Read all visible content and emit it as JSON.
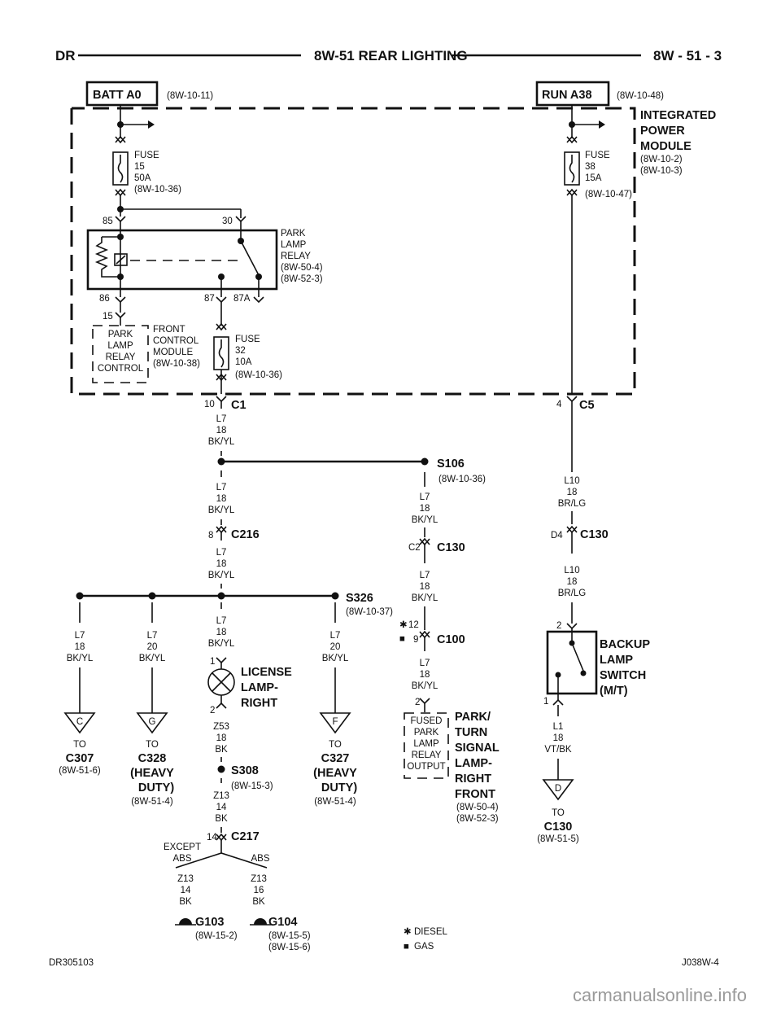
{
  "header": {
    "left": "DR",
    "title": "8W-51 REAR LIGHTING",
    "right": "8W - 51 - 3"
  },
  "sources": {
    "batt": {
      "label": "BATT A0",
      "ref": "(8W-10-11)"
    },
    "run": {
      "label": "RUN A38",
      "ref": "(8W-10-48)"
    }
  },
  "ipm": {
    "lines": [
      "INTEGRATED",
      "POWER",
      "MODULE"
    ],
    "refs": [
      "(8W-10-2)",
      "(8W-10-3)"
    ]
  },
  "fuse15": [
    "FUSE",
    "15",
    "50A",
    "(8W-10-36)"
  ],
  "fuse38": [
    "FUSE",
    "38",
    "15A",
    "(8W-10-47)"
  ],
  "fuse32": [
    "FUSE",
    "32",
    "10A",
    "(8W-10-36)"
  ],
  "relay": {
    "pins": {
      "p85": "85",
      "p30": "30",
      "p86": "86",
      "p87": "87",
      "p87a": "87A"
    },
    "label": [
      "PARK",
      "LAMP",
      "RELAY",
      "(8W-50-4)",
      "(8W-52-3)"
    ]
  },
  "fcm": {
    "pin": "15",
    "box": [
      "PARK",
      "LAMP",
      "RELAY",
      "CONTROL"
    ],
    "label": [
      "FRONT",
      "CONTROL",
      "MODULE",
      "(8W-10-38)"
    ]
  },
  "connectors": {
    "c1": {
      "name": "C1",
      "pin": "10"
    },
    "c5": {
      "name": "C5",
      "pin": "4"
    },
    "c216": {
      "name": "C216",
      "pin": "8"
    },
    "c130a": {
      "name": "C130",
      "pin": "C2"
    },
    "c130b": {
      "name": "C130",
      "pin": "D4"
    },
    "c100": {
      "name": "C100",
      "pin": "9",
      "pin_alt": "12"
    },
    "c217": {
      "name": "C217",
      "pin": "14"
    }
  },
  "splices": {
    "s106": {
      "name": "S106",
      "ref": "(8W-10-36)"
    },
    "s326": {
      "name": "S326",
      "ref": "(8W-10-37)"
    },
    "s308": {
      "name": "S308",
      "ref": "(8W-15-3)"
    }
  },
  "wires": {
    "w1": [
      "L7",
      "18",
      "BK/YL"
    ],
    "w2": [
      "L7",
      "18",
      "BK/YL"
    ],
    "w3": [
      "L7",
      "18",
      "BK/YL"
    ],
    "w4": [
      "L7",
      "18",
      "BK/YL"
    ],
    "w5": [
      "L7",
      "18",
      "BK/YL"
    ],
    "w6": [
      "L7",
      "18",
      "BK/YL"
    ],
    "w7": [
      "L7",
      "20",
      "BK/YL"
    ],
    "w8": [
      "L7",
      "18",
      "BK/YL"
    ],
    "w9": [
      "L7",
      "20",
      "BK/YL"
    ],
    "w10": [
      "L7",
      "18",
      "BK/YL"
    ],
    "w11": [
      "L10",
      "18",
      "BR/LG"
    ],
    "w12": [
      "L10",
      "18",
      "BR/LG"
    ],
    "w13": [
      "Z53",
      "18",
      "BK"
    ],
    "w14": [
      "Z13",
      "14",
      "BK"
    ],
    "w15": [
      "Z13",
      "14",
      "BK"
    ],
    "w16": [
      "Z13",
      "16",
      "BK"
    ],
    "w17": [
      "L1",
      "18",
      "VT/BK"
    ]
  },
  "license_lamp": {
    "label": [
      "LICENSE",
      "LAMP-",
      "RIGHT"
    ],
    "pin1": "1",
    "pin2": "2"
  },
  "park_turn": {
    "pin": "2",
    "box": [
      "FUSED",
      "PARK",
      "LAMP",
      "RELAY",
      "OUTPUT"
    ],
    "label": [
      "PARK/",
      "TURN",
      "SIGNAL",
      "LAMP-",
      "RIGHT",
      "FRONT"
    ],
    "refs": [
      "(8W-50-4)",
      "(8W-52-3)"
    ]
  },
  "backup": {
    "label": [
      "BACKUP",
      "LAMP",
      "SWITCH",
      "(M/T)"
    ],
    "pin2": "2",
    "pin1": "1"
  },
  "offpage": {
    "c": {
      "letter": "C",
      "to": "TO",
      "name": "C307",
      "extra": [],
      "ref": "(8W-51-6)"
    },
    "g": {
      "letter": "G",
      "to": "TO",
      "name": "C328",
      "extra": [
        "(HEAVY",
        "DUTY)"
      ],
      "ref": "(8W-51-4)"
    },
    "f": {
      "letter": "F",
      "to": "TO",
      "name": "C327",
      "extra": [
        "(HEAVY",
        "DUTY)"
      ],
      "ref": "(8W-51-4)"
    },
    "d": {
      "letter": "D",
      "to": "TO",
      "name": "C130",
      "extra": [],
      "ref": "(8W-51-5)"
    }
  },
  "abs": {
    "except": [
      "EXCEPT",
      "ABS"
    ],
    "abs": "ABS"
  },
  "grounds": {
    "g103": {
      "name": "G103",
      "ref": "(8W-15-2)"
    },
    "g104": {
      "name": "G104",
      "refs": [
        "(8W-15-5)",
        "(8W-15-6)"
      ]
    }
  },
  "legend": {
    "diesel_sym": "✱",
    "diesel": "DIESEL",
    "gas_sym": "■",
    "gas": "GAS"
  },
  "footer": {
    "left": "DR305103",
    "right": "J038W-4"
  },
  "watermark": "carmanualsonline.info"
}
